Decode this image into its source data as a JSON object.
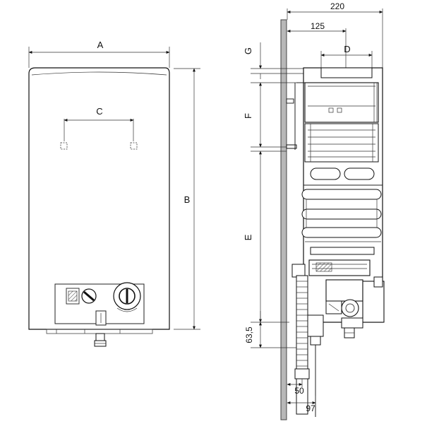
{
  "front_view": {
    "dim_width": "A",
    "dim_height": "B",
    "dim_pipe_spacing": "C"
  },
  "side_view": {
    "dim_depth": "220",
    "dim_flue_offset": "125",
    "dim_flue_diameter": "D",
    "dim_top_clearance": "G",
    "dim_bracket_height": "F",
    "dim_body_height": "E",
    "dim_connection_height": "63,5",
    "dim_gas_offset": "50",
    "dim_water_offset": "97"
  },
  "colors": {
    "line": "#222222",
    "wall": "#b8b8b8",
    "panel": "#ffffff"
  }
}
